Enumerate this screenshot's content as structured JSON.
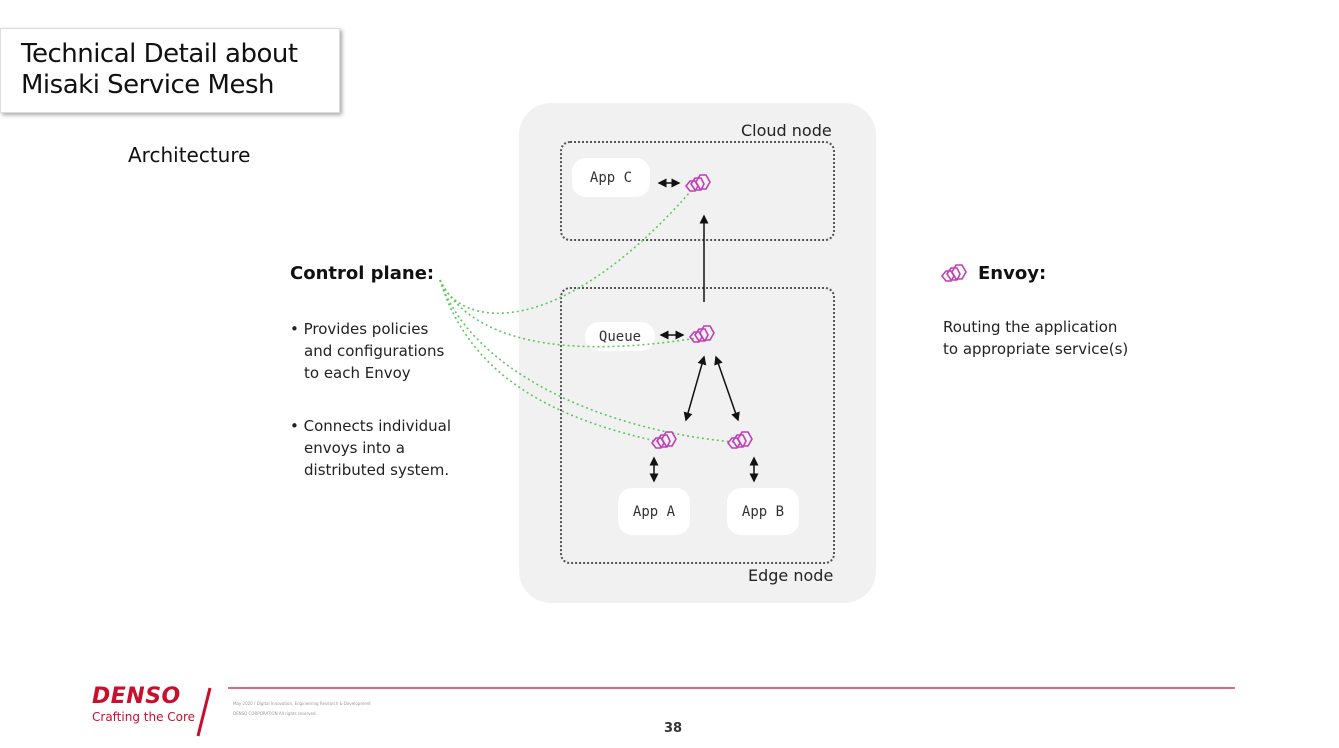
{
  "title": {
    "line1": "Technical Detail about",
    "line2": "Misaki Service Mesh"
  },
  "subtitle": "Architecture",
  "diagram": {
    "cloud_node_label": "Cloud node",
    "edge_node_label": "Edge node",
    "app_c": "App C",
    "queue": "Queue",
    "app_a": "App A",
    "app_b": "App B"
  },
  "control_plane": {
    "heading": "Control plane:",
    "bullets": [
      [
        "Provides policies",
        "and configurations",
        "to each Envoy"
      ],
      [
        "Connects individual",
        "envoys into a",
        "distributed system."
      ]
    ]
  },
  "envoy": {
    "heading": "Envoy:",
    "desc": [
      "Routing the application",
      "to appropriate service(s)"
    ]
  },
  "footer": {
    "brand": "DENSO",
    "tagline": "Crafting the Core",
    "meta1": "May 2020 / Digital Innovation, Engineering Research & Development",
    "meta2": "DENSO CORPORATION All rights reserved.",
    "page": "38"
  },
  "colors": {
    "accent": "#c8102e",
    "envoy": "#c03fb6",
    "control_link": "#5cc95c"
  }
}
